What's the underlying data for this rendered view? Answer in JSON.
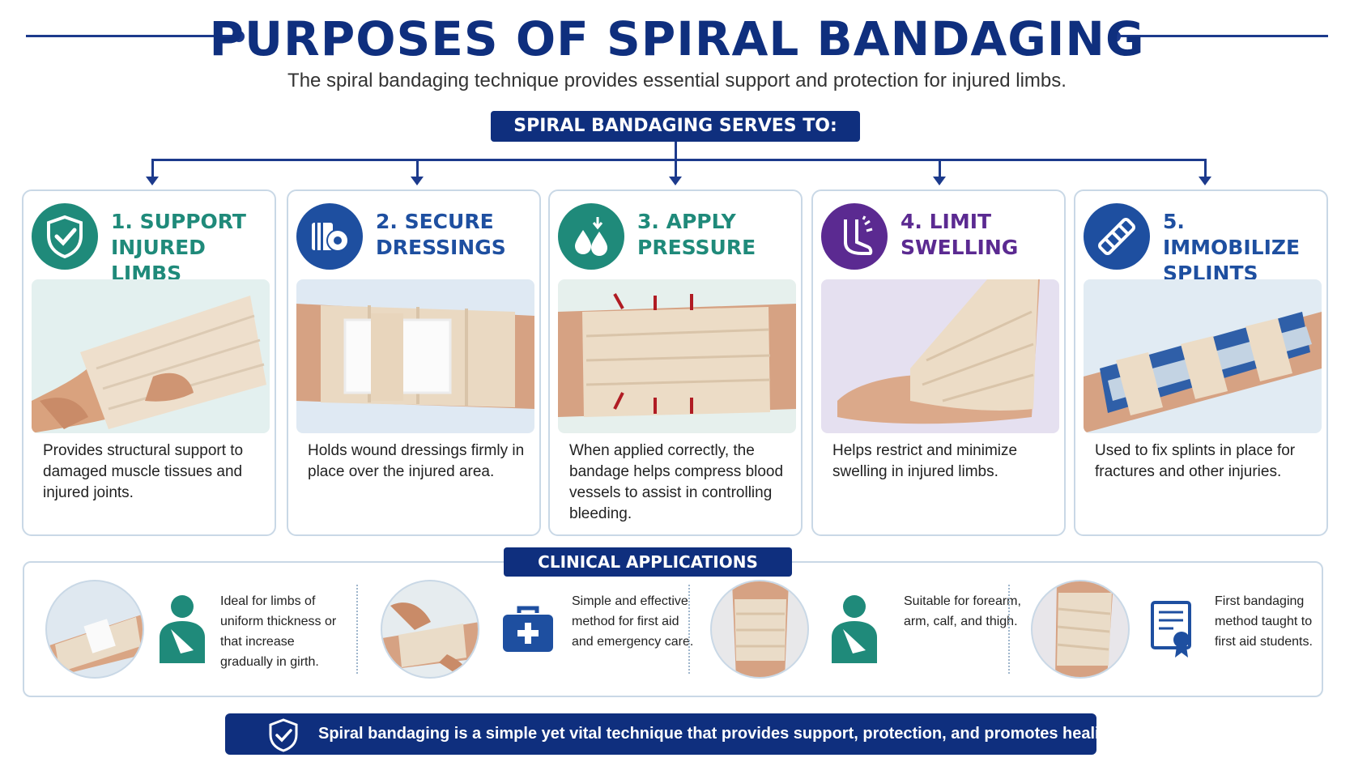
{
  "header": {
    "title": "PURPOSES OF SPIRAL BANDAGING",
    "subtitle": "The spiral bandaging technique provides essential support and protection for injured limbs."
  },
  "serves_label": "SPIRAL BANDAGING SERVES TO:",
  "purposes": [
    {
      "title_line1": "1. SUPPORT",
      "title_line2": "INJURED LIMBS",
      "description": "Provides structural support to damaged muscle tissues and injured joints.",
      "color": "#1f8a7a",
      "icon": "shield-check-icon"
    },
    {
      "title_line1": "2. SECURE",
      "title_line2": "DRESSINGS",
      "description": "Holds wound dressings firmly in place over the injured area.",
      "color": "#1e4fa0",
      "icon": "bandage-roll-icon"
    },
    {
      "title_line1": "3. APPLY",
      "title_line2": "PRESSURE",
      "description": "When applied correctly, the bandage helps compress blood vessels to assist in controlling bleeding.",
      "color": "#1f8a7a",
      "icon": "drops-icon"
    },
    {
      "title_line1": "4. LIMIT",
      "title_line2": "SWELLING",
      "description": "Helps restrict and minimize swelling in injured limbs.",
      "color": "#5b2a91",
      "icon": "swollen-foot-icon"
    },
    {
      "title_line1": "5. IMMOBILIZE",
      "title_line2": "SPLINTS",
      "description": "Used to fix splints in place for fractures and other injuries.",
      "color": "#1e4fa0",
      "icon": "splint-icon"
    }
  ],
  "clinical": {
    "label": "CLINICAL APPLICATIONS",
    "items": [
      {
        "text": "Ideal for limbs of uniform thickness or that increase gradually in girth.",
        "icon": "person-sling-icon"
      },
      {
        "text": "Simple and effective method for first aid and emergency care.",
        "icon": "first-aid-kit-icon"
      },
      {
        "text": "Suitable for forearm, arm, calf, and thigh.",
        "icon": "person-sling-icon"
      },
      {
        "text": "First bandaging method taught to first aid students.",
        "icon": "certificate-icon"
      }
    ]
  },
  "footer": {
    "text": "Spiral bandaging is a simple yet vital technique that provides support, protection, and promotes healing.",
    "icon": "shield-check-icon"
  },
  "colors": {
    "navy": "#0f2f7e",
    "teal": "#1f8a7a",
    "blue": "#1e4fa0",
    "purple": "#5b2a91",
    "border": "#c9d8e6"
  }
}
